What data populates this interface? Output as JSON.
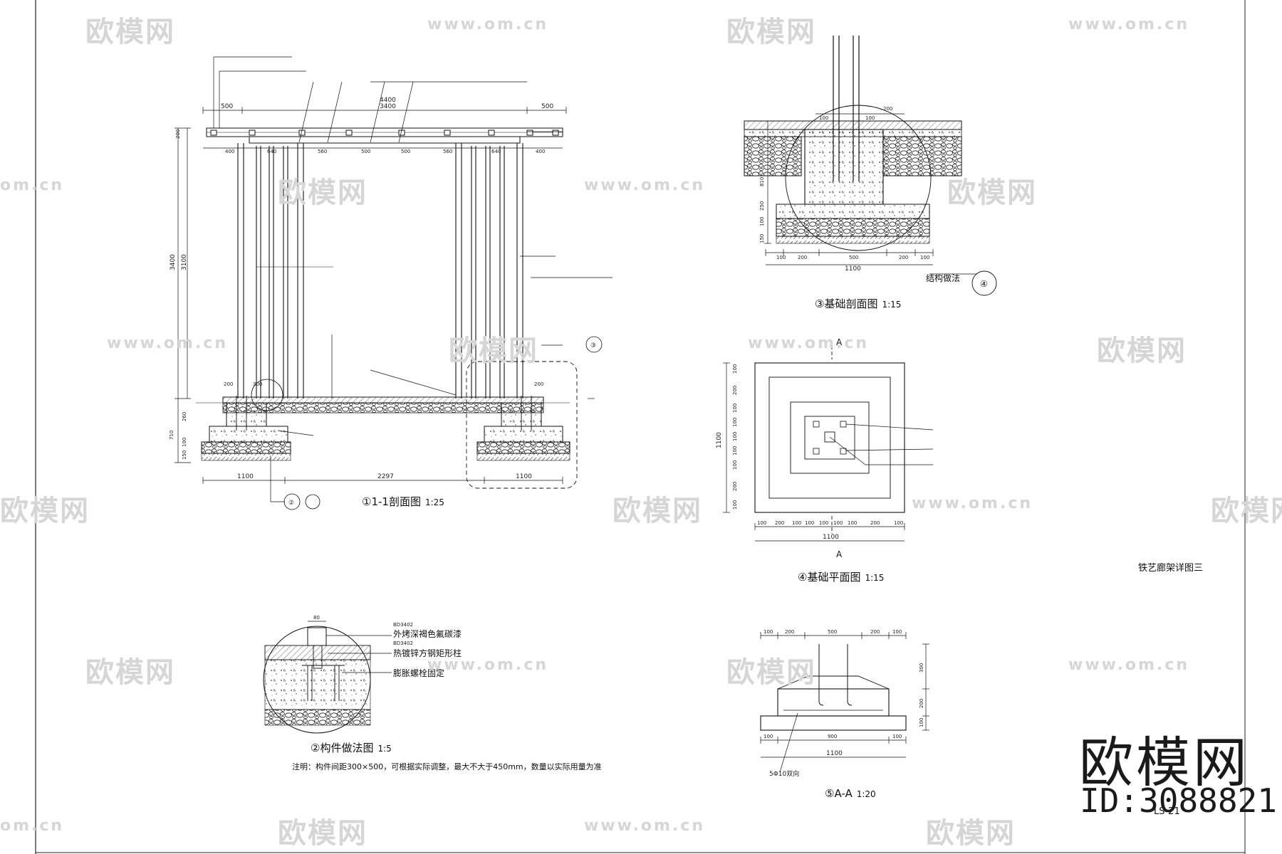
{
  "sheet": {
    "title": "铁艺廊架详图三",
    "sheet_number": "LS-21",
    "brand_logo": "欧模网",
    "brand_id": "ID:3088821",
    "watermark_logo": "欧模网",
    "watermark_url": "www.om.cn",
    "watermark_url_short": "om.cn"
  },
  "views": {
    "section_1_1": {
      "number": "①",
      "title": "1-1剖面图",
      "scale": "1:25"
    },
    "component": {
      "number": "②",
      "title": "构件做法图",
      "scale": "1:5"
    },
    "foundation_section": {
      "number": "③",
      "title": "基础剖面图",
      "scale": "1:15"
    },
    "foundation_plan": {
      "number": "④",
      "title": "基础平面图",
      "scale": "1:15"
    },
    "section_a_a": {
      "number": "⑤",
      "title": "A-A",
      "scale": "1:20"
    }
  },
  "note": "注明：构件间距300×500，可根据实际调整，最大不大于450mm，数量以实际用量为准",
  "section_1_1_dims": {
    "top": [
      "500",
      "4400",
      "3400",
      "500"
    ],
    "spacing": [
      "400",
      "640",
      "560",
      "500",
      "500",
      "560",
      "640",
      "400"
    ],
    "left": [
      "200",
      "3400",
      "3100",
      "710",
      "260",
      "100",
      "150"
    ],
    "bottom": [
      "1100",
      "2297",
      "1100"
    ],
    "base": [
      "200",
      "300",
      "200"
    ]
  },
  "callouts": {
    "detail_3": "③",
    "detail_2": "②",
    "detail_4": "④",
    "section_mark": "A",
    "structure_label": "结构做法"
  },
  "component_labels": [
    "外烤深褐色氟碳漆",
    "热镀锌方钢矩形柱",
    "膨胀螺栓固定"
  ],
  "component_codes": [
    "80",
    "BD3402",
    "BD3402"
  ],
  "foundation_section_dims": {
    "bottom": [
      "100",
      "200",
      "500",
      "200",
      "100"
    ],
    "total": "1100",
    "left": [
      "810",
      "250",
      "100",
      "150"
    ],
    "top": [
      "200",
      "100",
      "100"
    ]
  },
  "foundation_plan_dims": {
    "bottom": [
      "100",
      "200",
      "100",
      "100",
      "100",
      "100",
      "100",
      "200",
      "100"
    ],
    "left": [
      "100",
      "200",
      "100",
      "100",
      "100",
      "100",
      "100",
      "200",
      "100"
    ],
    "total": "1100"
  },
  "section_a_a_dims": {
    "top": [
      "100",
      "200",
      "500",
      "200",
      "100"
    ],
    "bottom": [
      "100",
      "900",
      "100"
    ],
    "total": "1100",
    "right": [
      "300",
      "200",
      "100"
    ],
    "rebar": "5Φ10双向"
  }
}
